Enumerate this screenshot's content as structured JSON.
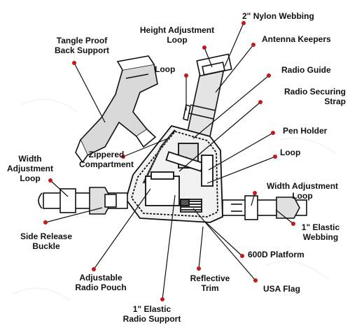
{
  "labels": {
    "nylon_webbing": [
      "2\" Nylon Webbing"
    ],
    "height_adjustment_loop": [
      "Height Adjustment",
      "Loop"
    ],
    "antenna_keepers": [
      "Antenna Keepers"
    ],
    "tangle_proof_back_support": [
      "Tangle  Proof",
      "Back Support"
    ],
    "loop_top": [
      "Loop"
    ],
    "radio_guide": [
      "Radio Guide"
    ],
    "radio_securing_strap": [
      "Radio Securing",
      "Strap"
    ],
    "pen_holder": [
      "Pen Holder"
    ],
    "loop_right": [
      "Loop"
    ],
    "zippered_compartment": [
      "Zippered",
      "Compartment"
    ],
    "width_adjustment_loop_left": [
      "Width",
      "Adjustment",
      "Loop"
    ],
    "width_adjustment_loop_right": [
      "Width Adjustment",
      "Loop"
    ],
    "elastic_webbing": [
      "1\" Elastic",
      "Webbing"
    ],
    "side_release_buckle": [
      "Side Release",
      "Buckle"
    ],
    "platform_600d": [
      "600D Platform"
    ],
    "adjustable_radio_pouch": [
      "Adjustable",
      "Radio Pouch"
    ],
    "reflective_trim": [
      "Reflective",
      "Trim"
    ],
    "usa_flag": [
      "USA Flag"
    ],
    "elastic_radio_support": [
      "1\" Elastic",
      "Radio Support"
    ]
  },
  "colors": {
    "callout_dot": "#c21a1a",
    "outline": "#111111",
    "fabric_shade": "#d9d9d9"
  }
}
